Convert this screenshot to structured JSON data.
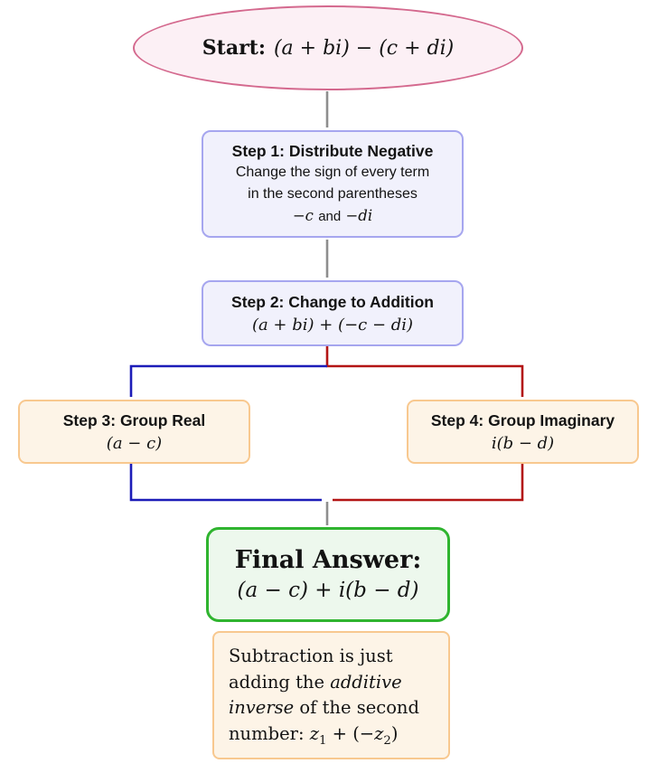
{
  "colors": {
    "pink_border": "#d4698e",
    "pink_fill": "#fcf0f5",
    "lavender_border": "#a6a6ef",
    "lavender_fill": "#f1f1fc",
    "orange_border": "#f8c88f",
    "orange_fill": "#fdf4e7",
    "green_border": "#2fb42f",
    "green_fill": "#edf8ed",
    "arrow_gray": "#8e8e8e",
    "arrow_blue": "#1c1cb8",
    "arrow_red": "#b31515",
    "text": "#131313"
  },
  "start": {
    "label": "Start:",
    "formula": "(a + bi) − (c + di)"
  },
  "step1": {
    "title": "Step 1: Distribute Negative",
    "line1": "Change the sign of every term",
    "line2": "in the second parentheses",
    "math_a": "−c",
    "math_and": "and",
    "math_b": "−di"
  },
  "step2": {
    "title": "Step 2: Change to Addition",
    "formula": "(a + bi) + (−c − di)"
  },
  "step3": {
    "title": "Step 3: Group Real",
    "formula": "(a − c)"
  },
  "step4": {
    "title": "Step 4: Group Imaginary",
    "formula": "i(b − d)"
  },
  "final": {
    "title": "Final Answer:",
    "formula": "(a − c) + i(b − d)"
  },
  "note": {
    "l1": "Subtraction is just",
    "l2_a": "adding the ",
    "l2_b": "additive",
    "l3_a": "inverse",
    "l3_b": " of the second",
    "l4_a": "number: ",
    "l4_z1": "z",
    "l4_s1": "1",
    "l4_b": " + (−",
    "l4_z2": "z",
    "l4_s2": "2",
    "l4_c": ")"
  }
}
